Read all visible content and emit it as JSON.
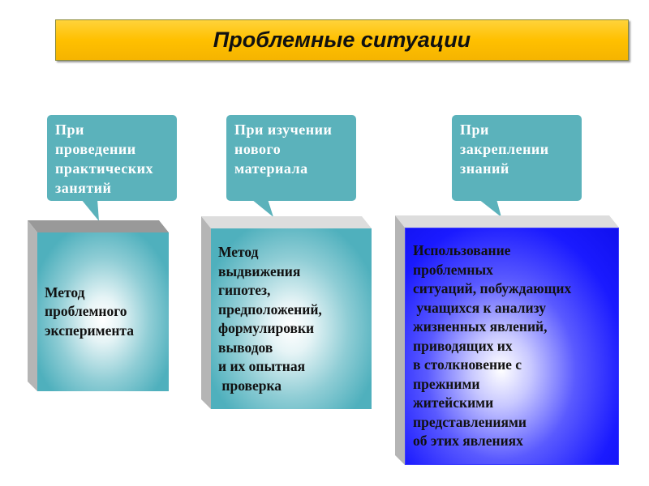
{
  "title": "Проблемные ситуации",
  "callouts": [
    {
      "text": "При\nпроведении\nпрактических\nзанятий"
    },
    {
      "text": "При изучении\nнового\nматериала"
    },
    {
      "text": "При\nзакреплении\nзнаний"
    }
  ],
  "boxes": [
    {
      "text": "Метод\nпроблемного\nэксперимента"
    },
    {
      "text": "Метод\nвыдвижения\nгипотез,\nпредположений,\nформулировки\nвыводов\nи их опытная\n проверка"
    },
    {
      "text": "Использование\nпроблемных\nситуаций, побуждающих\n учащихся к анализу\nжизненных явлений,\nприводящих их\nв столкновение с\nпрежними\nжитейскими\nпредставлениями\nоб этих явлениях"
    }
  ],
  "colors": {
    "title": "#FFC000",
    "callout": "#5BB2BB",
    "teal": "#4FB0BD",
    "blue": "#1010EE"
  }
}
